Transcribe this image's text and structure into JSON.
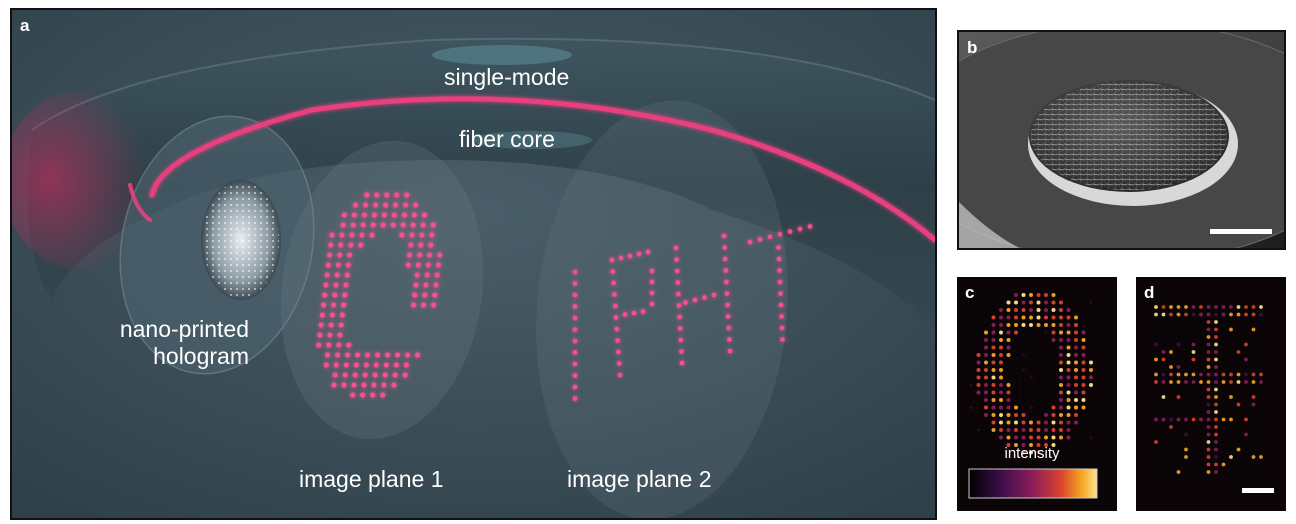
{
  "panel_a": {
    "label": "a",
    "fiber_top_label": "single-mode",
    "fiber_core_label": "fiber core",
    "hologram_label_line1": "nano-printed",
    "hologram_label_line2": "hologram",
    "plane1_label": "image plane 1",
    "plane2_label": "image plane 2",
    "plane2_text": "IPHT",
    "colors": {
      "background": "#3b4e58",
      "beam": "#e8407e",
      "dots": "#ff4f8f",
      "fiber": "#2e4048"
    }
  },
  "panel_b": {
    "label": "b",
    "kind": "electron micrograph"
  },
  "panel_c": {
    "label": "c",
    "colorbar_label": "intensity"
  },
  "panel_d": {
    "label": "d"
  },
  "colormap": [
    "#000000",
    "#3b0f4a",
    "#8c1d5a",
    "#d9442e",
    "#f5a623",
    "#fbe58c"
  ]
}
